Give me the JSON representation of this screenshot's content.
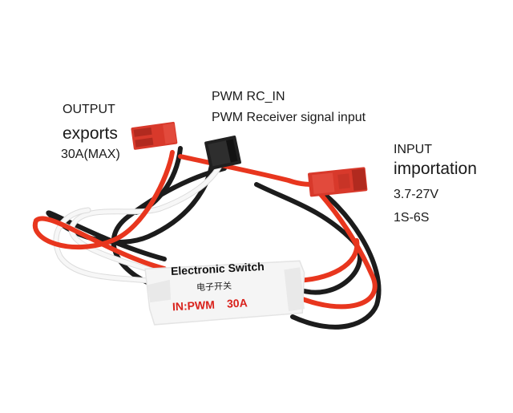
{
  "labels": {
    "output": {
      "title": "OUTPUT",
      "translation": "exports",
      "rating": "30A(MAX)"
    },
    "pwm": {
      "title": "PWM RC_IN",
      "description": "PWM Receiver signal input"
    },
    "input": {
      "title": "INPUT",
      "translation": "importation",
      "voltage": "3.7-27V",
      "cells": "1S-6S"
    }
  },
  "module": {
    "title": "Electronic Switch",
    "subtitle": "电子开关",
    "spec_mode": "IN:PWM",
    "spec_current": "30A"
  },
  "colors": {
    "red_wire": "#e8361e",
    "black_wire": "#1c1c1c",
    "white_wire": "#f4f4f4",
    "connector_red": "#d8392b",
    "module_text_red": "#d9221c"
  }
}
